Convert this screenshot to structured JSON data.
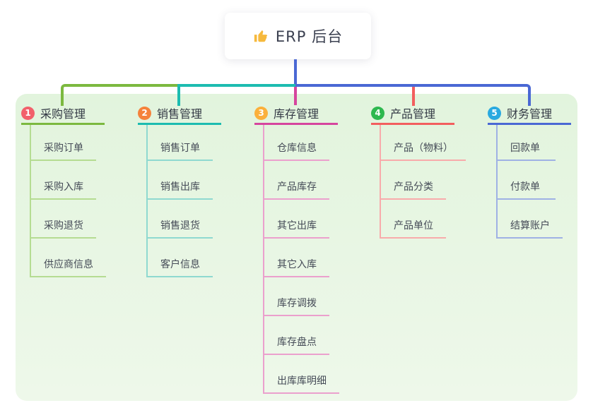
{
  "root": {
    "title": "ERP 后台",
    "icon": "thumbs-up-icon",
    "icon_color": "#f6b93d",
    "background": "#ffffff"
  },
  "panel": {
    "background": "#e8f6e3"
  },
  "branches": [
    {
      "badge": "1",
      "title": "采购管理",
      "badge_color": "#f2606b",
      "line_color": "#7cb93f",
      "item_line_color": "#b5dc92",
      "items": [
        "采购订单",
        "采购入库",
        "采购退货",
        "供应商信息"
      ]
    },
    {
      "badge": "2",
      "title": "销售管理",
      "badge_color": "#f5823b",
      "line_color": "#1cbcb0",
      "item_line_color": "#8fd9d0",
      "items": [
        "销售订单",
        "销售出库",
        "销售退货",
        "客户信息"
      ]
    },
    {
      "badge": "3",
      "title": "库存管理",
      "badge_color": "#fbb03b",
      "line_color": "#d6459e",
      "item_line_color": "#eba0cd",
      "items": [
        "仓库信息",
        "产品库存",
        "其它出库",
        "其它入库",
        "库存调拨",
        "库存盘点",
        "出库库明细"
      ]
    },
    {
      "badge": "4",
      "title": "产品管理",
      "badge_color": "#2eb84f",
      "line_color": "#f25e5e",
      "item_line_color": "#f8abab",
      "items": [
        "产品（物料）",
        "产品分类",
        "产品单位"
      ]
    },
    {
      "badge": "5",
      "title": "财务管理",
      "badge_color": "#29a9e0",
      "line_color": "#4a68d4",
      "item_line_color": "#9fb1e4",
      "items": [
        "回款单",
        "付款单",
        "结算账户"
      ]
    }
  ]
}
